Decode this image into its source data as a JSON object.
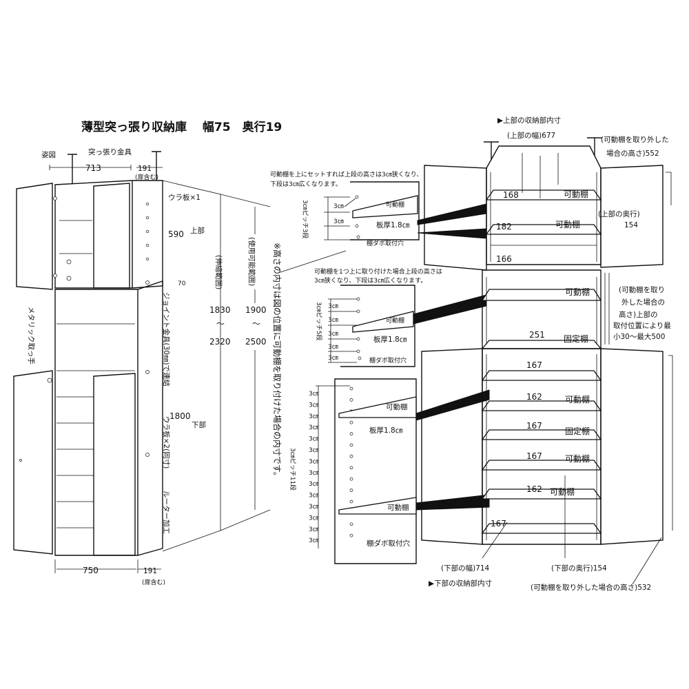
{
  "title": "薄型突っ張り収納庫　 幅75　奥行19",
  "left_figure": {
    "view_label": "姿図",
    "tension_hardware": "突っ張り金具",
    "top_width": "713",
    "top_depth": "191",
    "top_depth_note": "(扉含む)",
    "upper_back_panel": "ウラ板×1",
    "upper_height": "590",
    "upper_label": "上部",
    "gap": "70",
    "joint": "ジョイント金具(30㎜)で連結",
    "lower_back_panel": "ウラ板×2(同寸)",
    "router": "ルーター加工",
    "lower_height": "1800",
    "lower_label": "下部",
    "handle": "メタリック取っ手",
    "bottom_width": "750",
    "bottom_depth": "191",
    "bottom_depth_note": "(扉含む)",
    "extend_range_label": "(伸縮範囲)",
    "extend_min": "1830",
    "extend_tilde": "～",
    "extend_max": "2320",
    "usable_range_label": "(使用可能範囲)",
    "usable_min": "1900",
    "usable_tilde": "～",
    "usable_max": "2500",
    "height_note": "※高さの内寸は図の位置に可動棚を取り付けた場合の内寸です。"
  },
  "detail_1": {
    "note_line1": "可動棚を上にセットすれば上段の高さは3㎝狭くなり、",
    "note_line2": "下段は3㎝広くなります。",
    "pitch_label": "3㎝ピッチ3段",
    "dims": [
      "3㎝",
      "3㎝"
    ],
    "shelf_label": "可動棚",
    "thickness": "板厚1.8㎝",
    "dowel": "棚ダボ取付穴"
  },
  "detail_2": {
    "note_line1": "可動棚を1つ上に取り付けた場合上段の高さは",
    "note_line2": "3㎝狭くなり、下段は3㎝広くなります。",
    "pitch_label": "3㎝ピッチ5段",
    "dims": [
      "3㎝",
      "3㎝",
      "3㎝",
      "3㎝",
      "3㎝"
    ],
    "shelf_label": "可動棚",
    "thickness": "板厚1.8㎝",
    "dowel": "棚ダボ取付穴"
  },
  "detail_3": {
    "pitch_label": "3㎝ピッチ11段",
    "dims": [
      "3㎝",
      "3㎝",
      "3㎝",
      "3㎝",
      "3㎝",
      "3㎝",
      "3㎝",
      "3㎝",
      "3㎝",
      "3㎝",
      "3㎝",
      "3㎝",
      "3㎝",
      "3㎝"
    ],
    "shelf_label_top": "可動棚",
    "thickness": "板厚1.8㎝",
    "shelf_label_bottom": "可動棚",
    "dowel": "棚ダボ取付穴"
  },
  "right_figure": {
    "upper_inner_title": "▶上部の収納部内寸",
    "upper_width": "(上部の幅)677",
    "upper_removed_height_l1": "(可動棚を取り外した",
    "upper_removed_height_l2": "場合の高さ)552",
    "upper_depth_label": "(上部の奥行)",
    "upper_depth": "154",
    "mount_note_l1": "(可動棚を取り",
    "mount_note_l2": "外した場合の",
    "mount_note_l3": "高さ)上部の",
    "mount_note_l4": "取付位置により最",
    "mount_note_l5": "小30～最大500",
    "movable_shelf": "可動棚",
    "fixed_shelf": "固定棚",
    "upper_heights": [
      "168",
      "182",
      "166"
    ],
    "middle_heights": [
      "251"
    ],
    "lower_heights": [
      "167",
      "162",
      "167",
      "167",
      "162",
      "167"
    ],
    "lower_width": "(下部の幅)714",
    "lower_depth": "(下部の奥行)154",
    "lower_removed_height": "(可動棚を取り外した場合の高さ)532",
    "lower_inner_title": "▶下部の収納部内寸"
  }
}
